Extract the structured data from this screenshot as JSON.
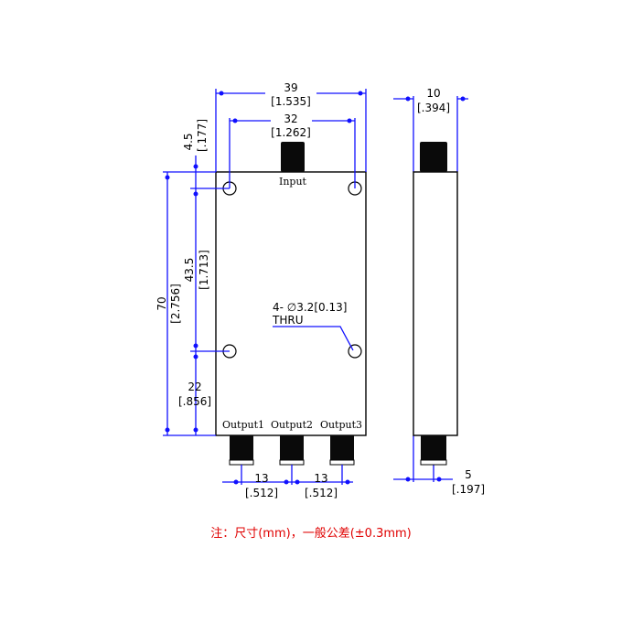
{
  "front_view": {
    "labels": {
      "input": "Input",
      "output1": "Output1",
      "output2": "Output2",
      "output3": "Output3"
    },
    "dims": {
      "width_overall": {
        "mm": "39",
        "in": "[1.535]"
      },
      "hole_spacing_x": {
        "mm": "32",
        "in": "[1.262]"
      },
      "hole_offset_top": {
        "mm": "4.5",
        "in": "[.177]"
      },
      "height_overall": {
        "mm": "70",
        "in": "[2.756]"
      },
      "hole_spacing_y": {
        "mm": "43.5",
        "in": "[1.713]"
      },
      "hole_offset_bottom": {
        "mm": "22",
        "in": "[.856]"
      },
      "output_pitch_1": {
        "mm": "13",
        "in": "[.512]"
      },
      "output_pitch_2": {
        "mm": "13",
        "in": "[.512]"
      }
    },
    "hole_callout": {
      "line1": "4- ∅3.2[0.13]",
      "line2": "THRU"
    }
  },
  "side_view": {
    "dims": {
      "thickness": {
        "mm": "10",
        "in": "[.394]"
      },
      "connector_offset": {
        "mm": "5",
        "in": "[.197]"
      }
    }
  },
  "note": "注：尺寸(mm)，一般公差(±0.3mm)",
  "colors": {
    "dimension": "#1010ff",
    "note": "#e00000",
    "outline": "#000000"
  }
}
